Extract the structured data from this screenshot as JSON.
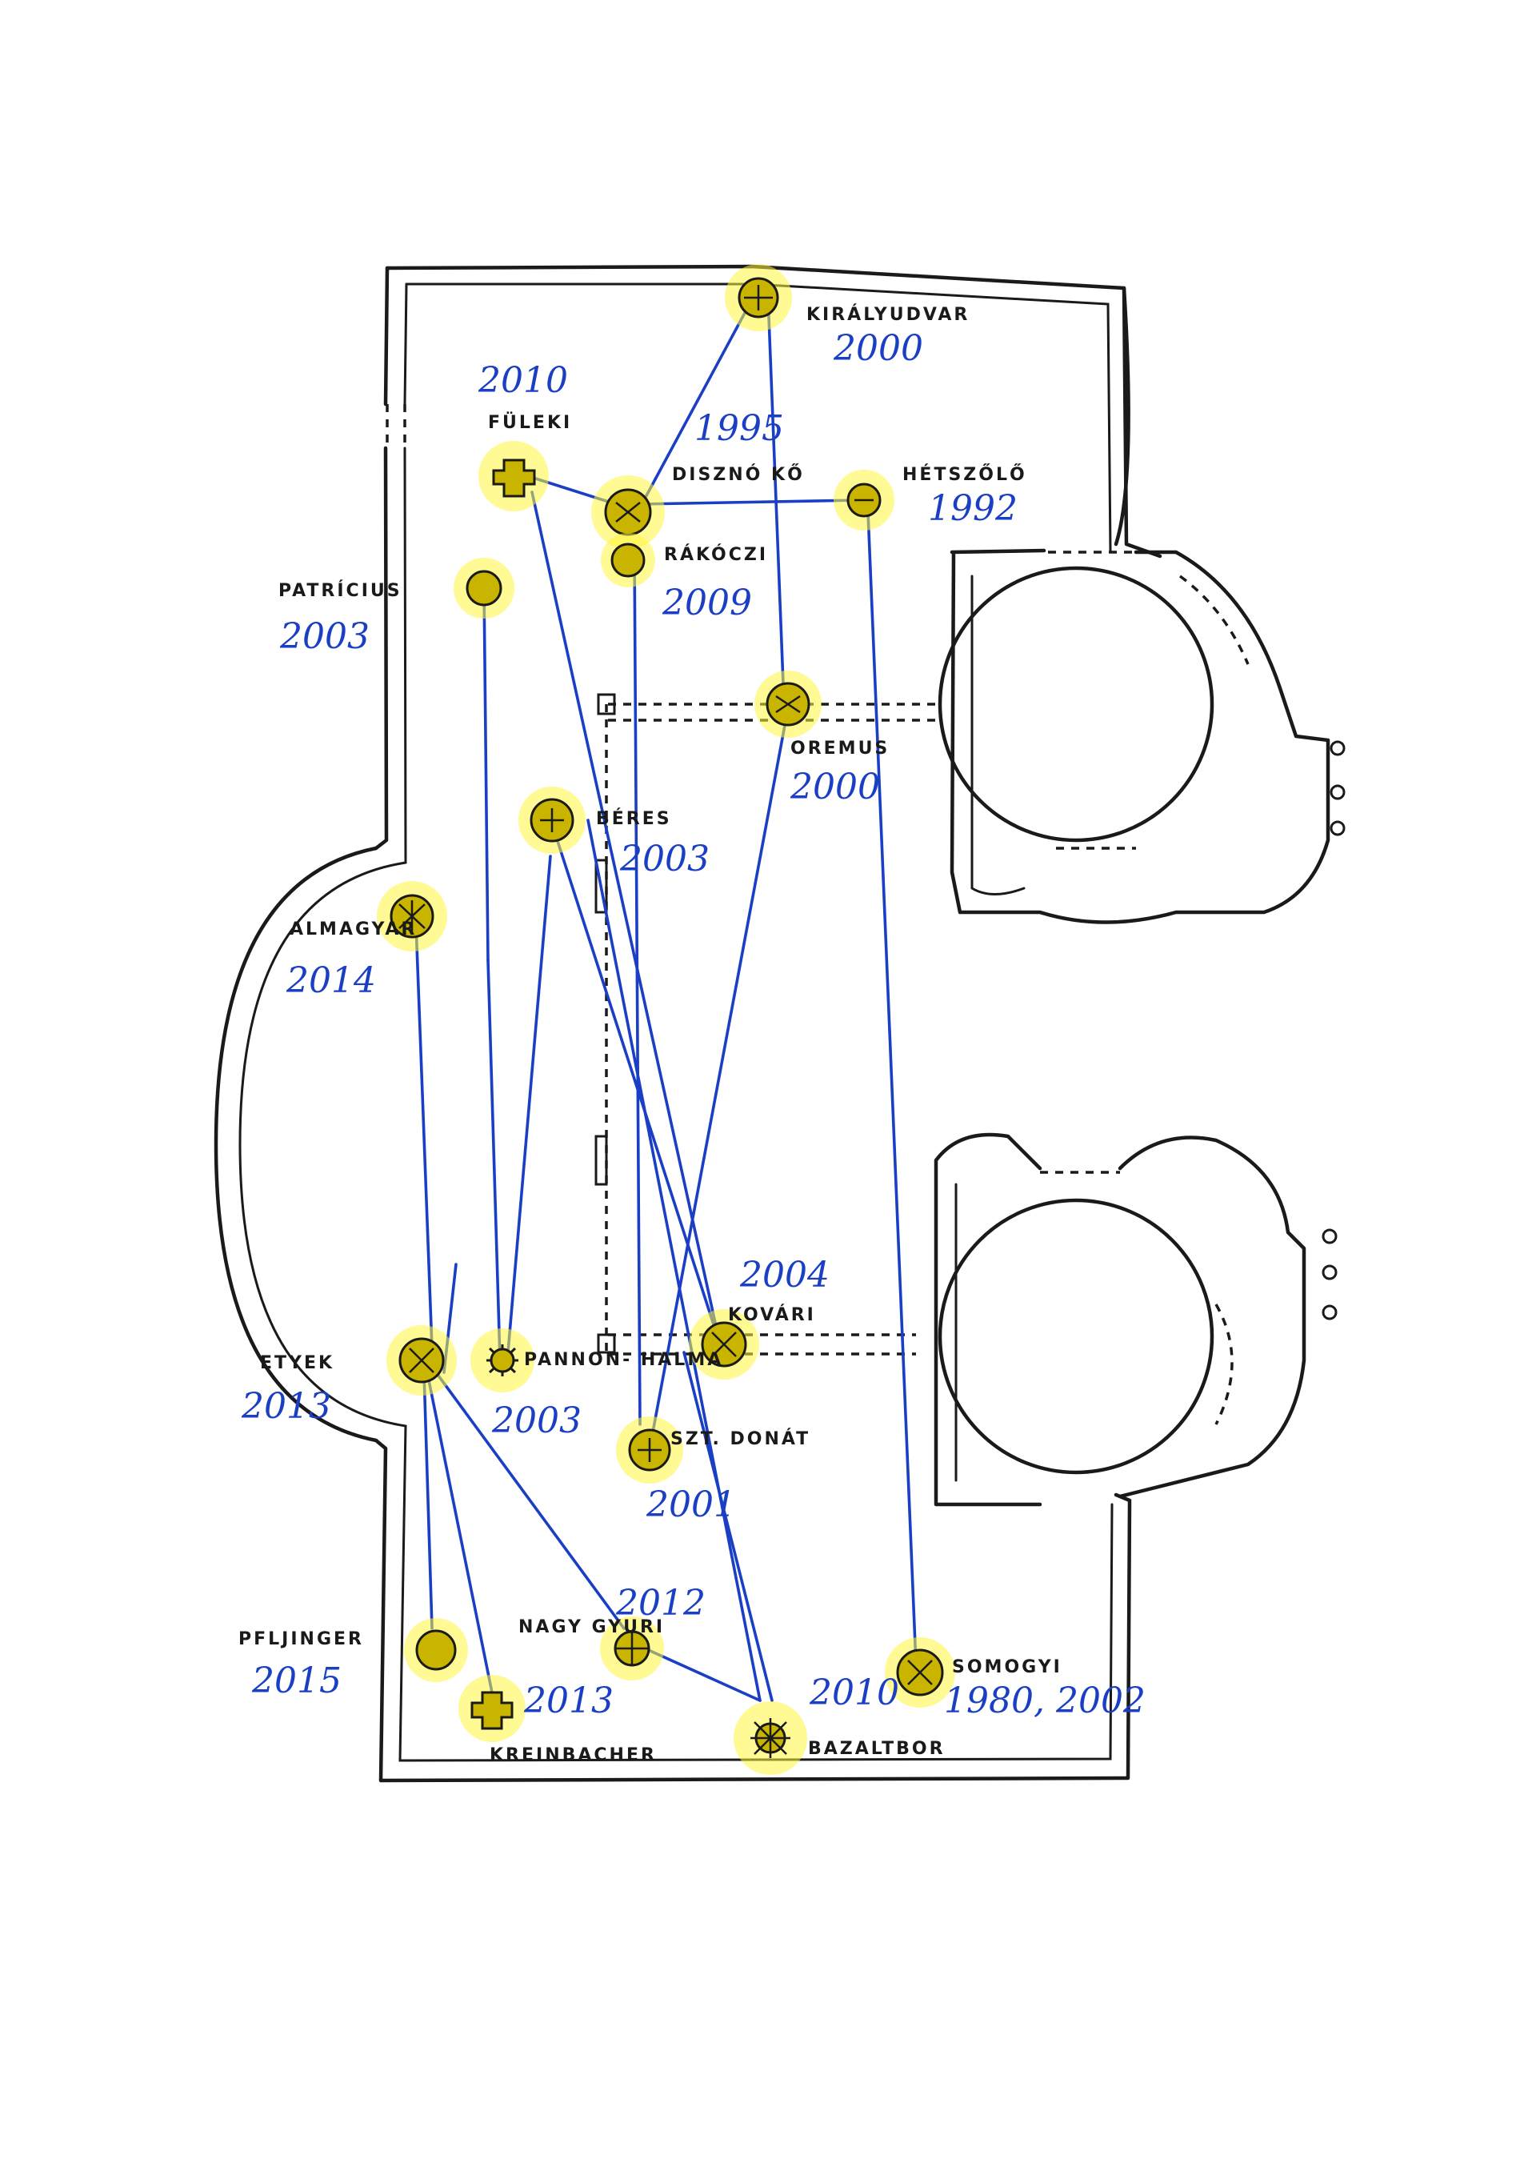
{
  "sites": [
    {
      "id": "kiralyudvar",
      "name": "KIRÁLYUDVAR",
      "year": "2000"
    },
    {
      "id": "fuleki",
      "name": "FÜLEKI",
      "year": "2010"
    },
    {
      "id": "disznoko",
      "name": "DISZNÓ KŐ",
      "year": "1995"
    },
    {
      "id": "hetszolo",
      "name": "HÉTSZŐLŐ",
      "year": "1992"
    },
    {
      "id": "rakoczi",
      "name": "RÁKÓCZI",
      "year": "2009"
    },
    {
      "id": "patricius",
      "name": "PATRÍCIUS",
      "year": "2003"
    },
    {
      "id": "oremus",
      "name": "OREMUS",
      "year": "2000"
    },
    {
      "id": "beres",
      "name": "BÉRES",
      "year": "2003"
    },
    {
      "id": "almagyar",
      "name": "ALMAGYAR",
      "year": "2014"
    },
    {
      "id": "kovari",
      "name": "KOVÁRI",
      "year": "2004"
    },
    {
      "id": "etyek",
      "name": "ETYEK",
      "year": "2013"
    },
    {
      "id": "pannonhalma",
      "name": "PANNON- HALMA",
      "year": "2003"
    },
    {
      "id": "szt-donat",
      "name": "SZT. DONÁT",
      "year": "2001"
    },
    {
      "id": "nagy-gyuri",
      "name": "NAGY GYURI",
      "year": "2012"
    },
    {
      "id": "pfljinger",
      "name": "PFLJINGER",
      "year": "2015"
    },
    {
      "id": "kreinbacher",
      "name": "KREINBACHER",
      "year": "2013"
    },
    {
      "id": "bazaltbor",
      "name": "BAZALTBOR",
      "year": "2010"
    },
    {
      "id": "somogyi",
      "name": "SOMOGYI",
      "year": "1980, 2002"
    }
  ],
  "colors": {
    "route": "#1a3fc4",
    "highlight": "#ffe600",
    "ink": "#1a1a1a"
  }
}
